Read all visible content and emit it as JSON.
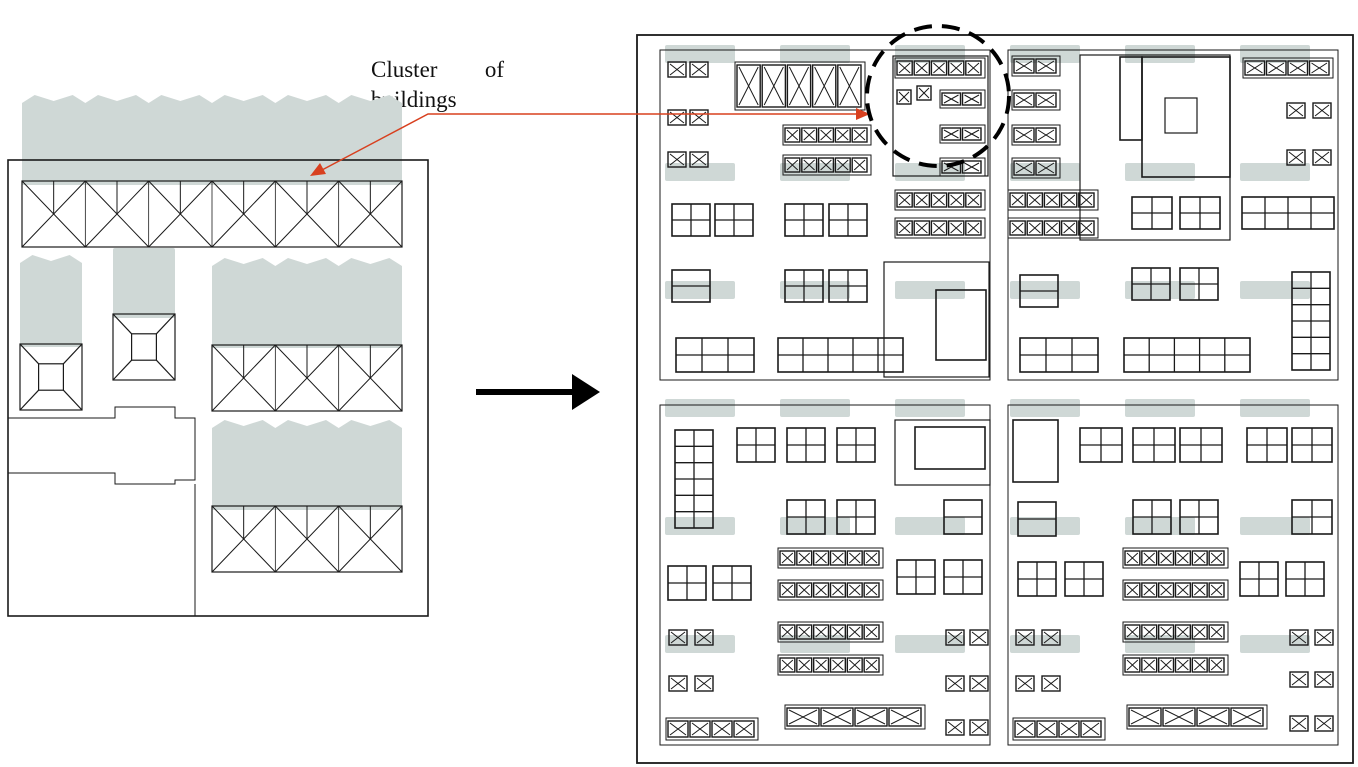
{
  "annotation": {
    "word1": "Cluster",
    "word2": "of",
    "word3": "buildings"
  },
  "colors": {
    "outline": "#1a1a1a",
    "shadow": "#cfd8d6",
    "annotation_arrow": "#d8401f",
    "transform_arrow": "#000000",
    "highlight_circle": "#000000"
  },
  "icons": {
    "transform_arrow": "arrow-right-icon",
    "leader_arrow": "leader-arrow-icon"
  }
}
